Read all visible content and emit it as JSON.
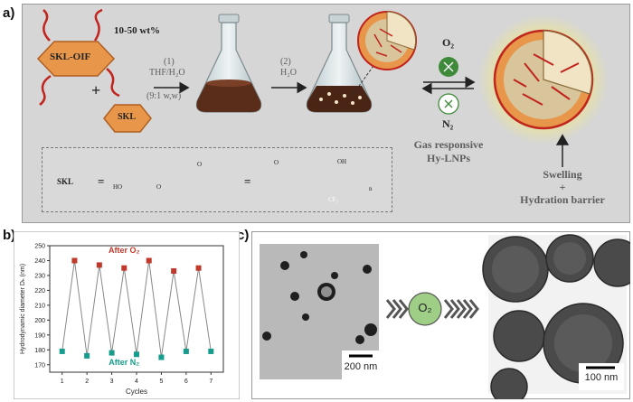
{
  "panels": {
    "a": "a)",
    "b": "b)",
    "c": "c)"
  },
  "scheme": {
    "oif_label": "SKL-OIF",
    "skl_label": "SKL",
    "plus": "+",
    "wt_label": "10-50 wt%",
    "step1_num": "(1)",
    "step1_solvent": "THF/H₂O",
    "step1_ratio": "(9:1 w,w)",
    "step2_num": "(2)",
    "step2_solvent": "H₂O",
    "o2": "O₂",
    "n2": "N₂",
    "gas_label_line1": "Gas responsive",
    "gas_label_line2": "Hy-LNPs",
    "swelling_line1": "Swelling",
    "swelling_plus": "+",
    "swelling_line2": "Hydration barrier",
    "legend_skl": "SKL",
    "legend_eq1": "=",
    "legend_eq2": "=",
    "chem_oh": "OH",
    "chem_o": "O",
    "chem_n": "n",
    "chem_cf3": "CF₃",
    "chem_ho": "HO",
    "chem_o2": "O",
    "chem_o3": "O"
  },
  "chart_data": {
    "type": "scatter",
    "title": "",
    "xlabel": "Cycles",
    "ylabel": "Hydrodynamic diameter Dₕ (nm)",
    "xlim": [
      0.5,
      7.5
    ],
    "ylim": [
      165,
      250
    ],
    "xticks": [
      "1",
      "2",
      "3",
      "4",
      "5",
      "6",
      "7"
    ],
    "yticks": [
      "170",
      "180",
      "190",
      "200",
      "210",
      "220",
      "230",
      "240",
      "250"
    ],
    "connecting_line": true,
    "series": [
      {
        "name": "After O₂",
        "color": "#c0392b",
        "x": [
          1.5,
          2.5,
          3.5,
          4.5,
          5.5,
          6.5
        ],
        "y": [
          240,
          237,
          235,
          240,
          233,
          235
        ]
      },
      {
        "name": "After N₂",
        "color": "#159c8c",
        "x": [
          1,
          2,
          3,
          4,
          5,
          6,
          7
        ],
        "y": [
          179,
          176,
          178,
          177,
          175,
          179,
          179
        ]
      }
    ],
    "annotations": [
      "After O₂",
      "After N₂"
    ]
  },
  "tem": {
    "scale_left": "200 nm",
    "scale_right": "100 nm",
    "o2_circle": "O₂"
  },
  "colors": {
    "skl_orange": "#e8964a",
    "chain_red": "#c0241c",
    "o2_green": "#3f8a3a",
    "cf3_purple": "#9d95d8",
    "arrow_gray": "#444444"
  }
}
